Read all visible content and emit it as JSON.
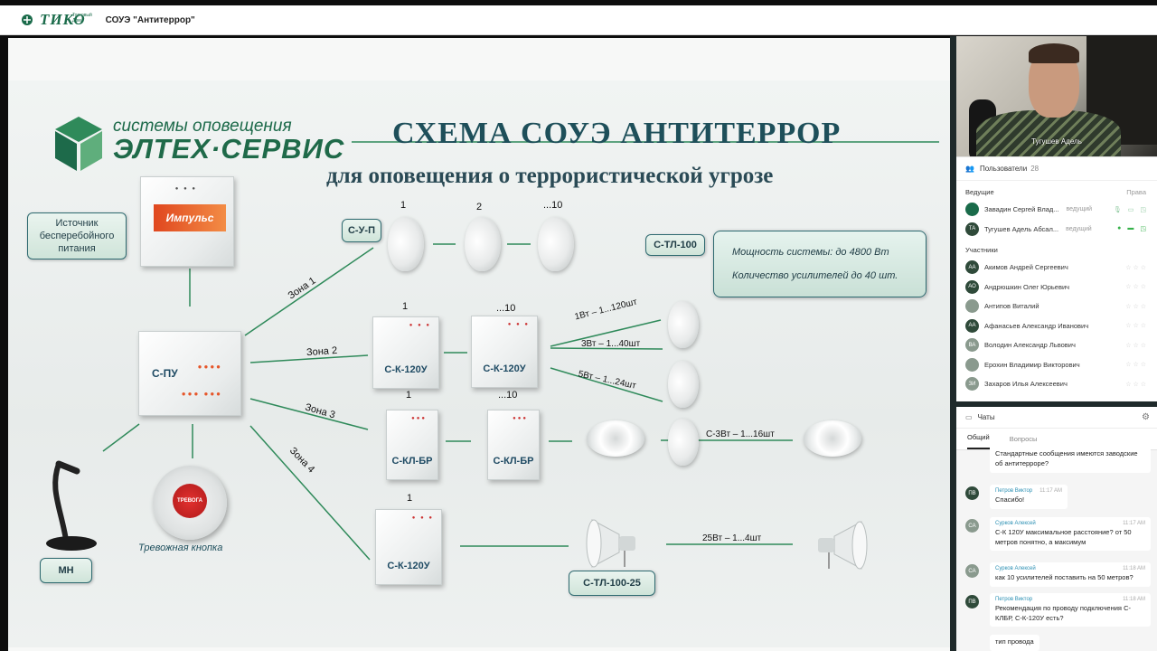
{
  "app": {
    "logo_sub": "Торговый Дом",
    "logo_text": "ТИКО",
    "title": "СОУЭ \"Антитеррор\""
  },
  "slide": {
    "brand_top": "системы оповещения",
    "brand_main": "ЭЛТЕХ·СЕРВИС",
    "heading": "СХЕМА СОУЭ АНТИТЕРРОР",
    "subheading": "для оповещения о террористической угрозе",
    "ups_label": "Источник бесперебойного питания",
    "impulse_label": "Импульс",
    "cpu_label": "С-ПУ",
    "mn_label": "МН",
    "alarm_button_text": "ТРЕВОГА",
    "alarm_caption": "Тревожная кнопка",
    "zones": [
      "Зона 1",
      "Зона 2",
      "Зона 3",
      "Зона 4"
    ],
    "sup_label": "С-У-П",
    "stl100_label": "С-ТЛ-100",
    "stl10025_label": "С-ТЛ-100-25",
    "ck120u": "С-К-120У",
    "cklbr": "С-КЛ-БР",
    "info_power": "Мощность системы: до 4800 Вт",
    "info_amps": "Количество усилителей до 40 шт.",
    "n1": "1",
    "n2": "2",
    "n10": "...10",
    "w1": "1Вт – 1...120шт",
    "w3": "3Вт – 1...40шт",
    "w5": "5Вт – 1...24шт",
    "w_c3": "С-3Вт – 1...16шт",
    "w25": "25Вт – 1...4шт"
  },
  "video": {
    "name": "Тугушев Адель"
  },
  "users": {
    "title": "Пользователи",
    "count": "28",
    "hosts_label": "Ведущие",
    "rights_label": "Права",
    "hosts": [
      {
        "initials": "",
        "name": "Завадин Сергей Влад...",
        "role": "ведущий"
      },
      {
        "initials": "ТА",
        "name": "Тугушев Адель Абсал...",
        "role": "ведущий"
      }
    ],
    "participants_label": "Участники",
    "participants": [
      {
        "initials": "АА",
        "name": "Акимов Андрей Сергеевич"
      },
      {
        "initials": "АО",
        "name": "Андрюшкин Олег Юрьевич"
      },
      {
        "initials": "",
        "name": "Антипов Виталий"
      },
      {
        "initials": "АА",
        "name": "Афанасьев Александр Иванович"
      },
      {
        "initials": "ВА",
        "name": "Володин Александр Львович"
      },
      {
        "initials": "",
        "name": "Ерохин Владимир Викторович"
      },
      {
        "initials": "ЗИ",
        "name": "Захаров Илья Алексеевич"
      }
    ]
  },
  "chat": {
    "title": "Чаты",
    "tab_general": "Общий",
    "tab_questions": "Вопросы",
    "messages": [
      {
        "initials": "",
        "author": "",
        "time": "",
        "text": "Стандартные сообщения имеются заводские об антитерроре?"
      },
      {
        "initials": "ПВ",
        "author": "Петров Виктор",
        "time": "11:17 AM",
        "text": "Спасибо!"
      },
      {
        "initials": "СА",
        "author": "Сурков Алексей",
        "time": "11:17 AM",
        "text": "С-К 120У максимальное расстояние? от 50 метров понятно, а максимум"
      },
      {
        "initials": "СА",
        "author": "Сурков Алексей",
        "time": "11:18 AM",
        "text": "как 10 усилителей поставить на 50 метров?"
      },
      {
        "initials": "ПВ",
        "author": "Петров Виктор",
        "time": "11:18 AM",
        "text": "Рекомендация по проводу подключения С-КЛБР, С-К-120У есть?"
      },
      {
        "initials": "",
        "author": "",
        "time": "",
        "text": "тип провода"
      }
    ]
  }
}
